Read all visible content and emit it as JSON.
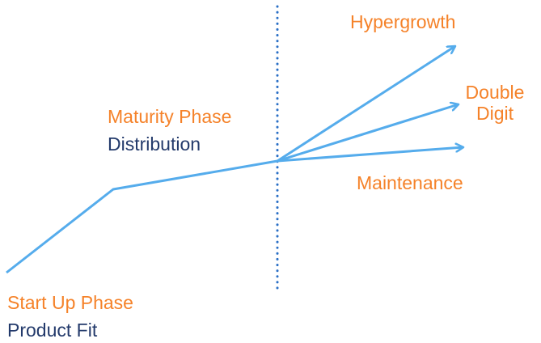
{
  "colors": {
    "line": "#55acec",
    "divider": "#2a6fc6",
    "phase": "#f58229",
    "subtitle": "#233a6b"
  },
  "labels": {
    "maturity_phase": "Maturity Phase",
    "distribution": "Distribution",
    "start_up_phase": "Start Up Phase",
    "product_fit": "Product Fit",
    "hypergrowth": "Hypergrowth",
    "double": "Double",
    "digit": "Digit",
    "maintenance": "Maintenance"
  }
}
